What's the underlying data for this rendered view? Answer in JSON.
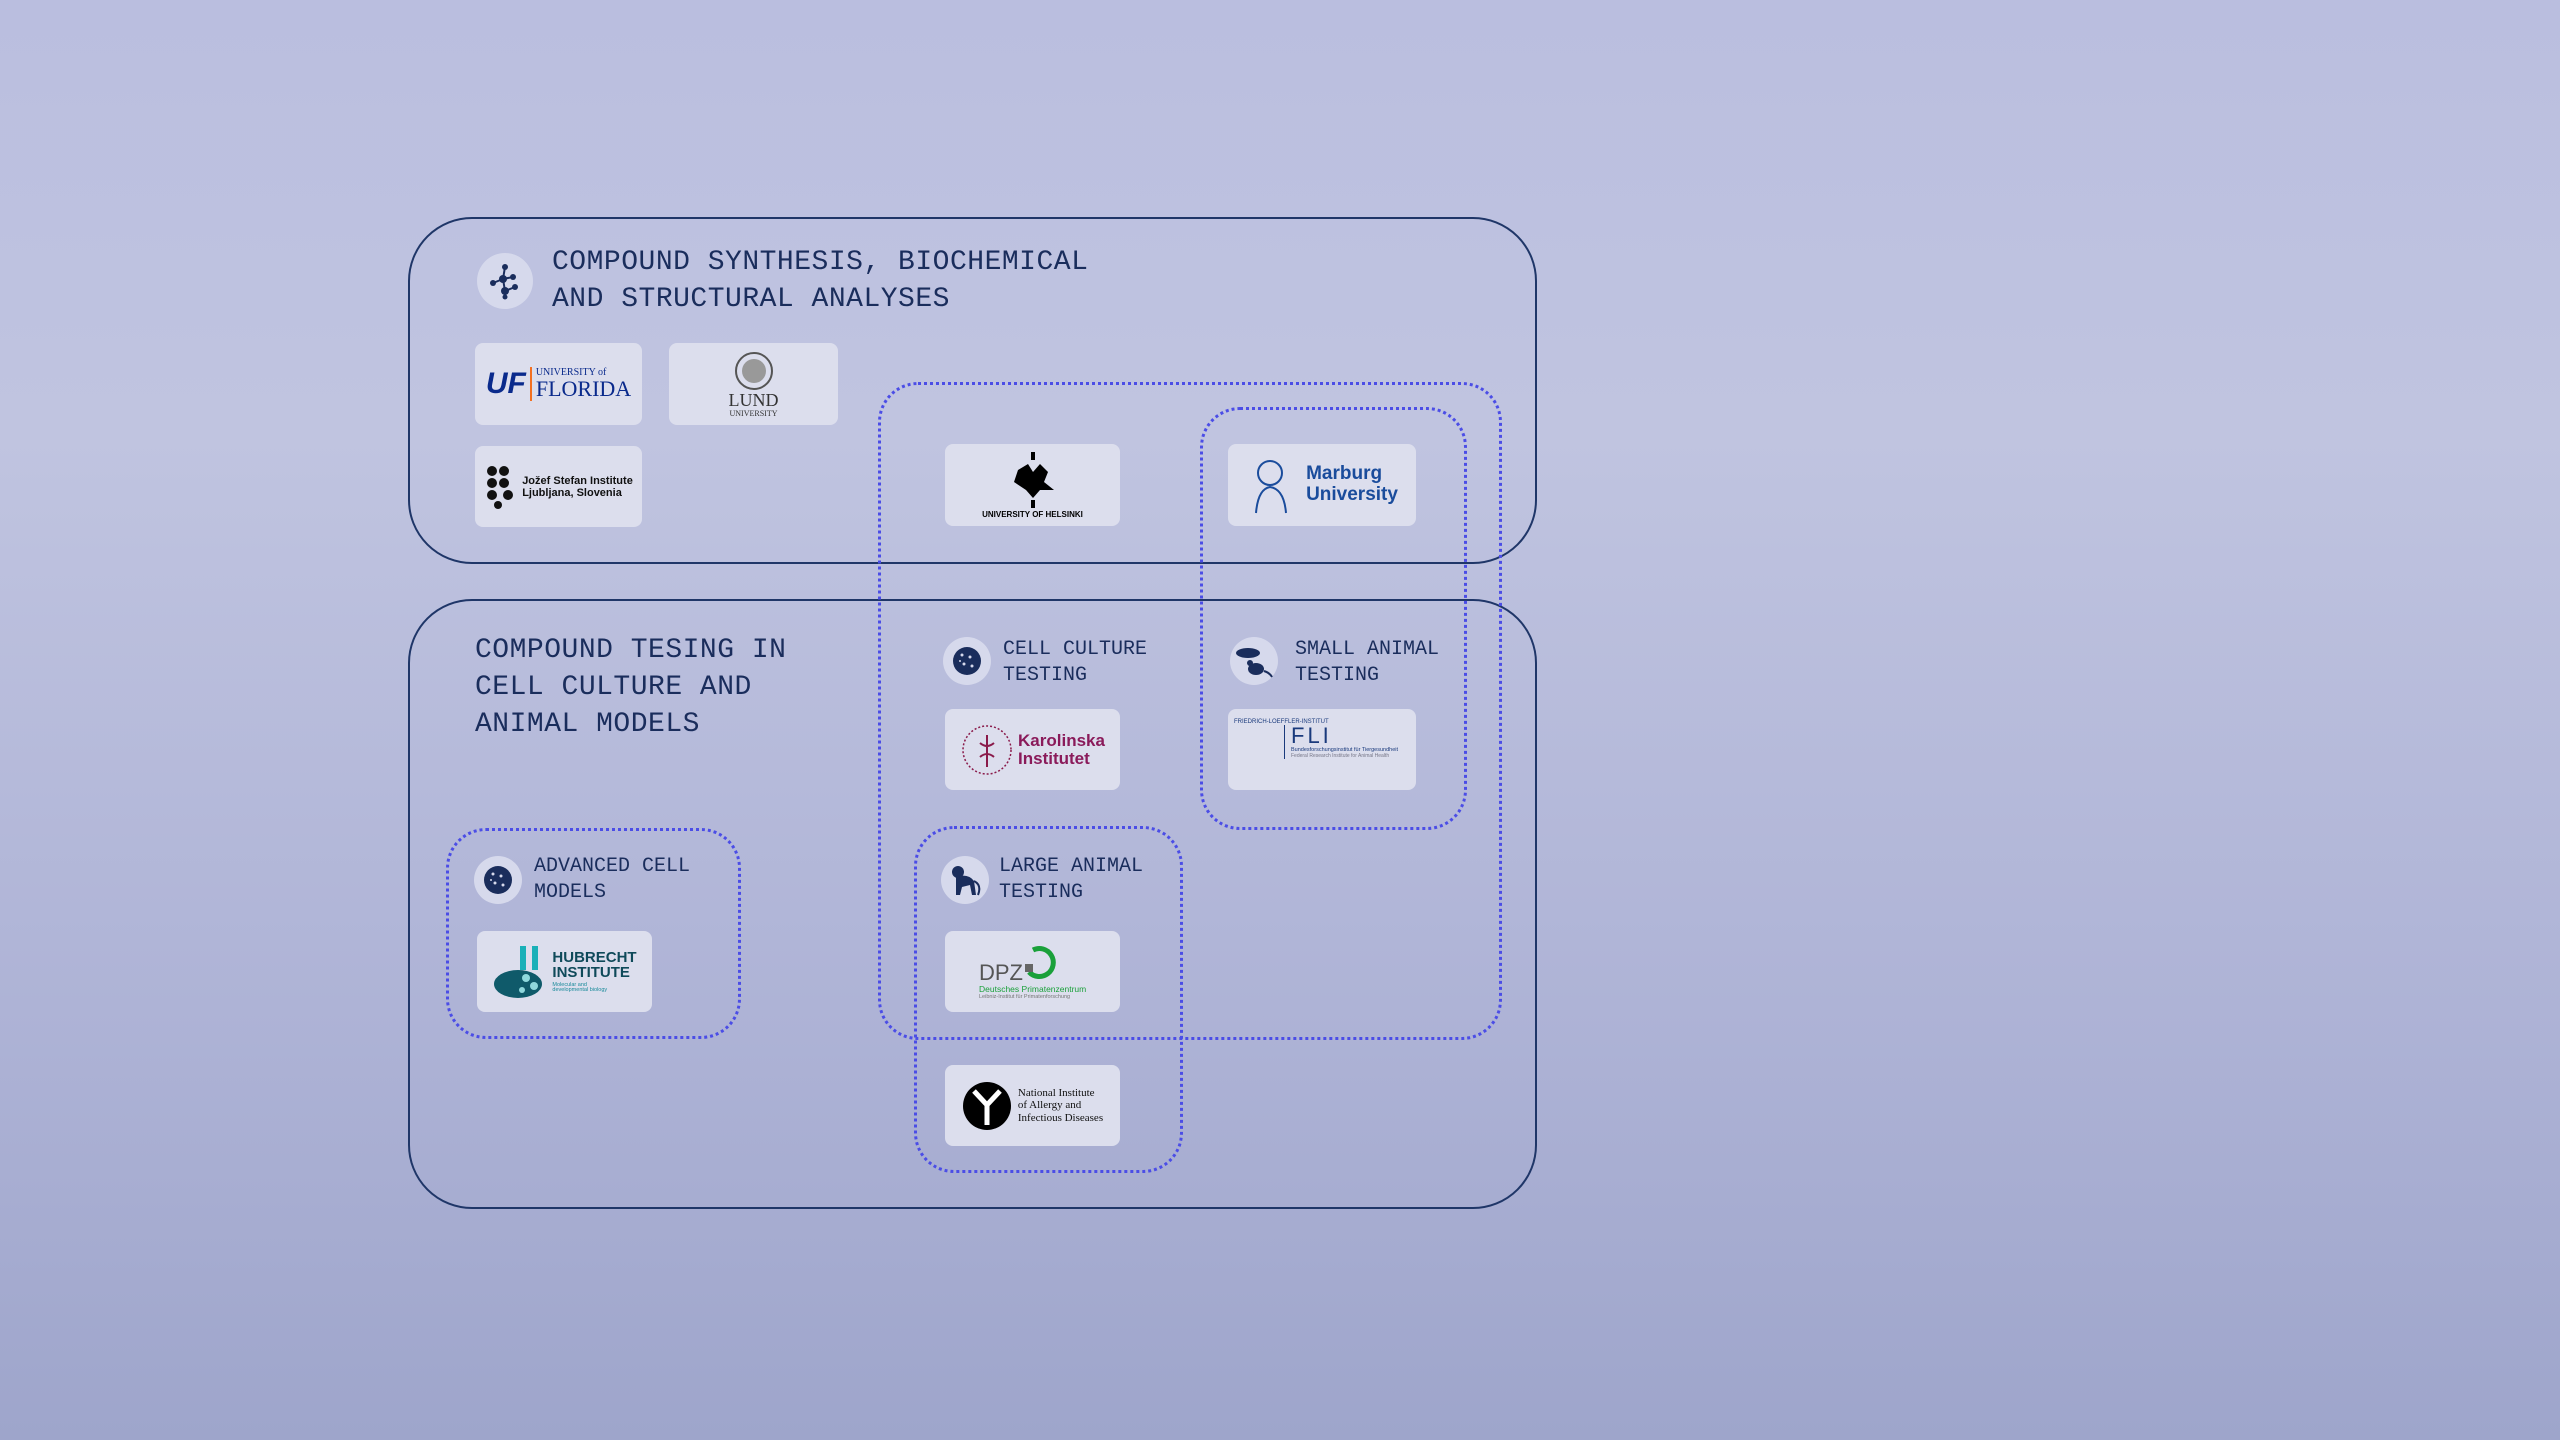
{
  "sections": {
    "synthesis": {
      "title": "COMPOUND SYNTHESIS, BIOCHEMICAL\nAND STRUCTURAL ANALYSES",
      "icon": "molecule-icon"
    },
    "testing": {
      "title": "COMPOUND TESING IN\nCELL CULTURE AND\nANIMAL MODELS"
    },
    "cell_culture": {
      "title": "CELL CULTURE\nTESTING",
      "icon": "cell-icon"
    },
    "small_animal": {
      "title": "SMALL ANIMAL\nTESTING",
      "icon": "rodent-icon"
    },
    "advanced_cell": {
      "title": "ADVANCED CELL\nMODELS",
      "icon": "cell-icon"
    },
    "large_animal": {
      "title": "LARGE ANIMAL\nTESTING",
      "icon": "monkey-icon"
    }
  },
  "logos": {
    "uf": {
      "mark": "UF",
      "line1": "UNIVERSITY of",
      "line2": "FLORIDA"
    },
    "lund": {
      "line1": "LUND",
      "line2": "UNIVERSITY"
    },
    "jsi": {
      "line1": "Jožef Stefan Institute",
      "line2": "Ljubljana, Slovenia"
    },
    "helsinki": {
      "line1": "UNIVERSITY OF HELSINKI"
    },
    "marburg": {
      "line1": "Marburg",
      "line2": "University"
    },
    "karolinska": {
      "line1": "Karolinska",
      "line2": "Institutet"
    },
    "fli": {
      "top": "FRIEDRICH-LOEFFLER-INSTITUT",
      "mark": "FLI",
      "line1": "Bundesforschungsinstitut für Tiergesundheit",
      "line2": "Federal Research Institute for Animal Health"
    },
    "hubrecht": {
      "line1": "HUBRECHT",
      "line2": "INSTITUTE",
      "line3": "Molecular and developmental biology"
    },
    "dpz": {
      "mark": "DPZ",
      "line1": "Deutsches Primatenzentrum",
      "line2": "Leibniz-Institut für Primatenforschung"
    },
    "niaid": {
      "line1": "National Institute",
      "line2": "of Allergy and",
      "line3": "Infectious Diseases"
    }
  },
  "colors": {
    "border": "#1f3668",
    "dotted": "#4b4de6",
    "text": "#1a2d5c"
  }
}
